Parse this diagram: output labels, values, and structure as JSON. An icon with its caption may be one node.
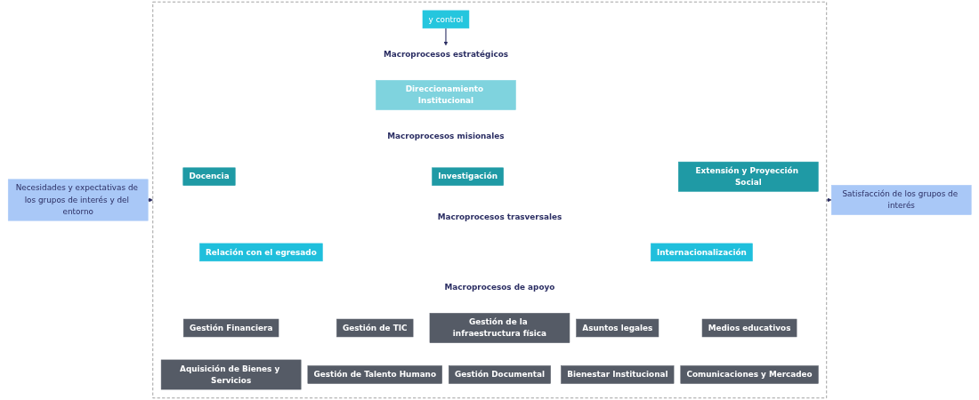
{
  "diagram": {
    "nodes": [
      {
        "text": [
          "Necesidades y expectativas de los grupos de interés y del entorno"
        ]
      },
      {
        "text": [],
        "shape": "box"
      },
      {
        "text": [
          "y control"
        ],
        "in": 1
      },
      {
        "text": [
          "Macroprocesos estratégicos"
        ],
        "in": 1
      },
      {
        "text": [
          "Direccionamiento Institucional"
        ],
        "in": 1
      },
      {
        "text": [
          "Macroprocesos misionales"
        ],
        "in": 1
      },
      {
        "text": [
          "Docencia"
        ],
        "in": 1
      },
      {
        "text": [
          "Investigación"
        ],
        "in": 1
      },
      {
        "text": [
          "Extensión y Proyección Social"
        ],
        "in": 1
      },
      {
        "text": [
          "Macroprocesos trasversales"
        ],
        "in": 1
      },
      {
        "text": [
          "Relación con el egresado"
        ],
        "in": 1
      },
      {
        "text": [
          "Internacionalización"
        ],
        "in": 1
      },
      {
        "text": [
          "Macroprocesos de apoyo"
        ],
        "in": 1
      },
      {
        "text": [
          "Gestión Financiera"
        ],
        "in": 1
      },
      {
        "text": [
          "Gestión de TIC"
        ],
        "in": 1
      },
      {
        "text": [
          "Gestión de la infraestructura física"
        ],
        "in": 1
      },
      {
        "text": [
          "Asuntos legales"
        ],
        "in": 1
      },
      {
        "text": [
          "Medios educativos"
        ],
        "in": 1
      },
      {
        "text": [
          "Aquisición de Bienes y Servicios"
        ],
        "in": 1
      },
      {
        "text": [
          "Gestión de Talento Humano"
        ],
        "in": 1
      },
      {
        "text": [
          "Gestión Documental"
        ],
        "in": 1
      },
      {
        "text": [
          "Bienestar Institucional"
        ],
        "in": 1
      },
      {
        "text": [
          "Comunicaciones y Mercadeo"
        ],
        "in": 1
      },
      {
        "text": [
          "Satisfacción de los grupos de interés"
        ]
      }
    ],
    "edges": [
      {
        "from": 0,
        "to": 1,
        "arrow": "to"
      },
      {
        "from": 2,
        "to": 3,
        "arrow": "to"
      },
      {
        "from": 1,
        "to": 23,
        "arrow": "to"
      }
    ]
  }
}
